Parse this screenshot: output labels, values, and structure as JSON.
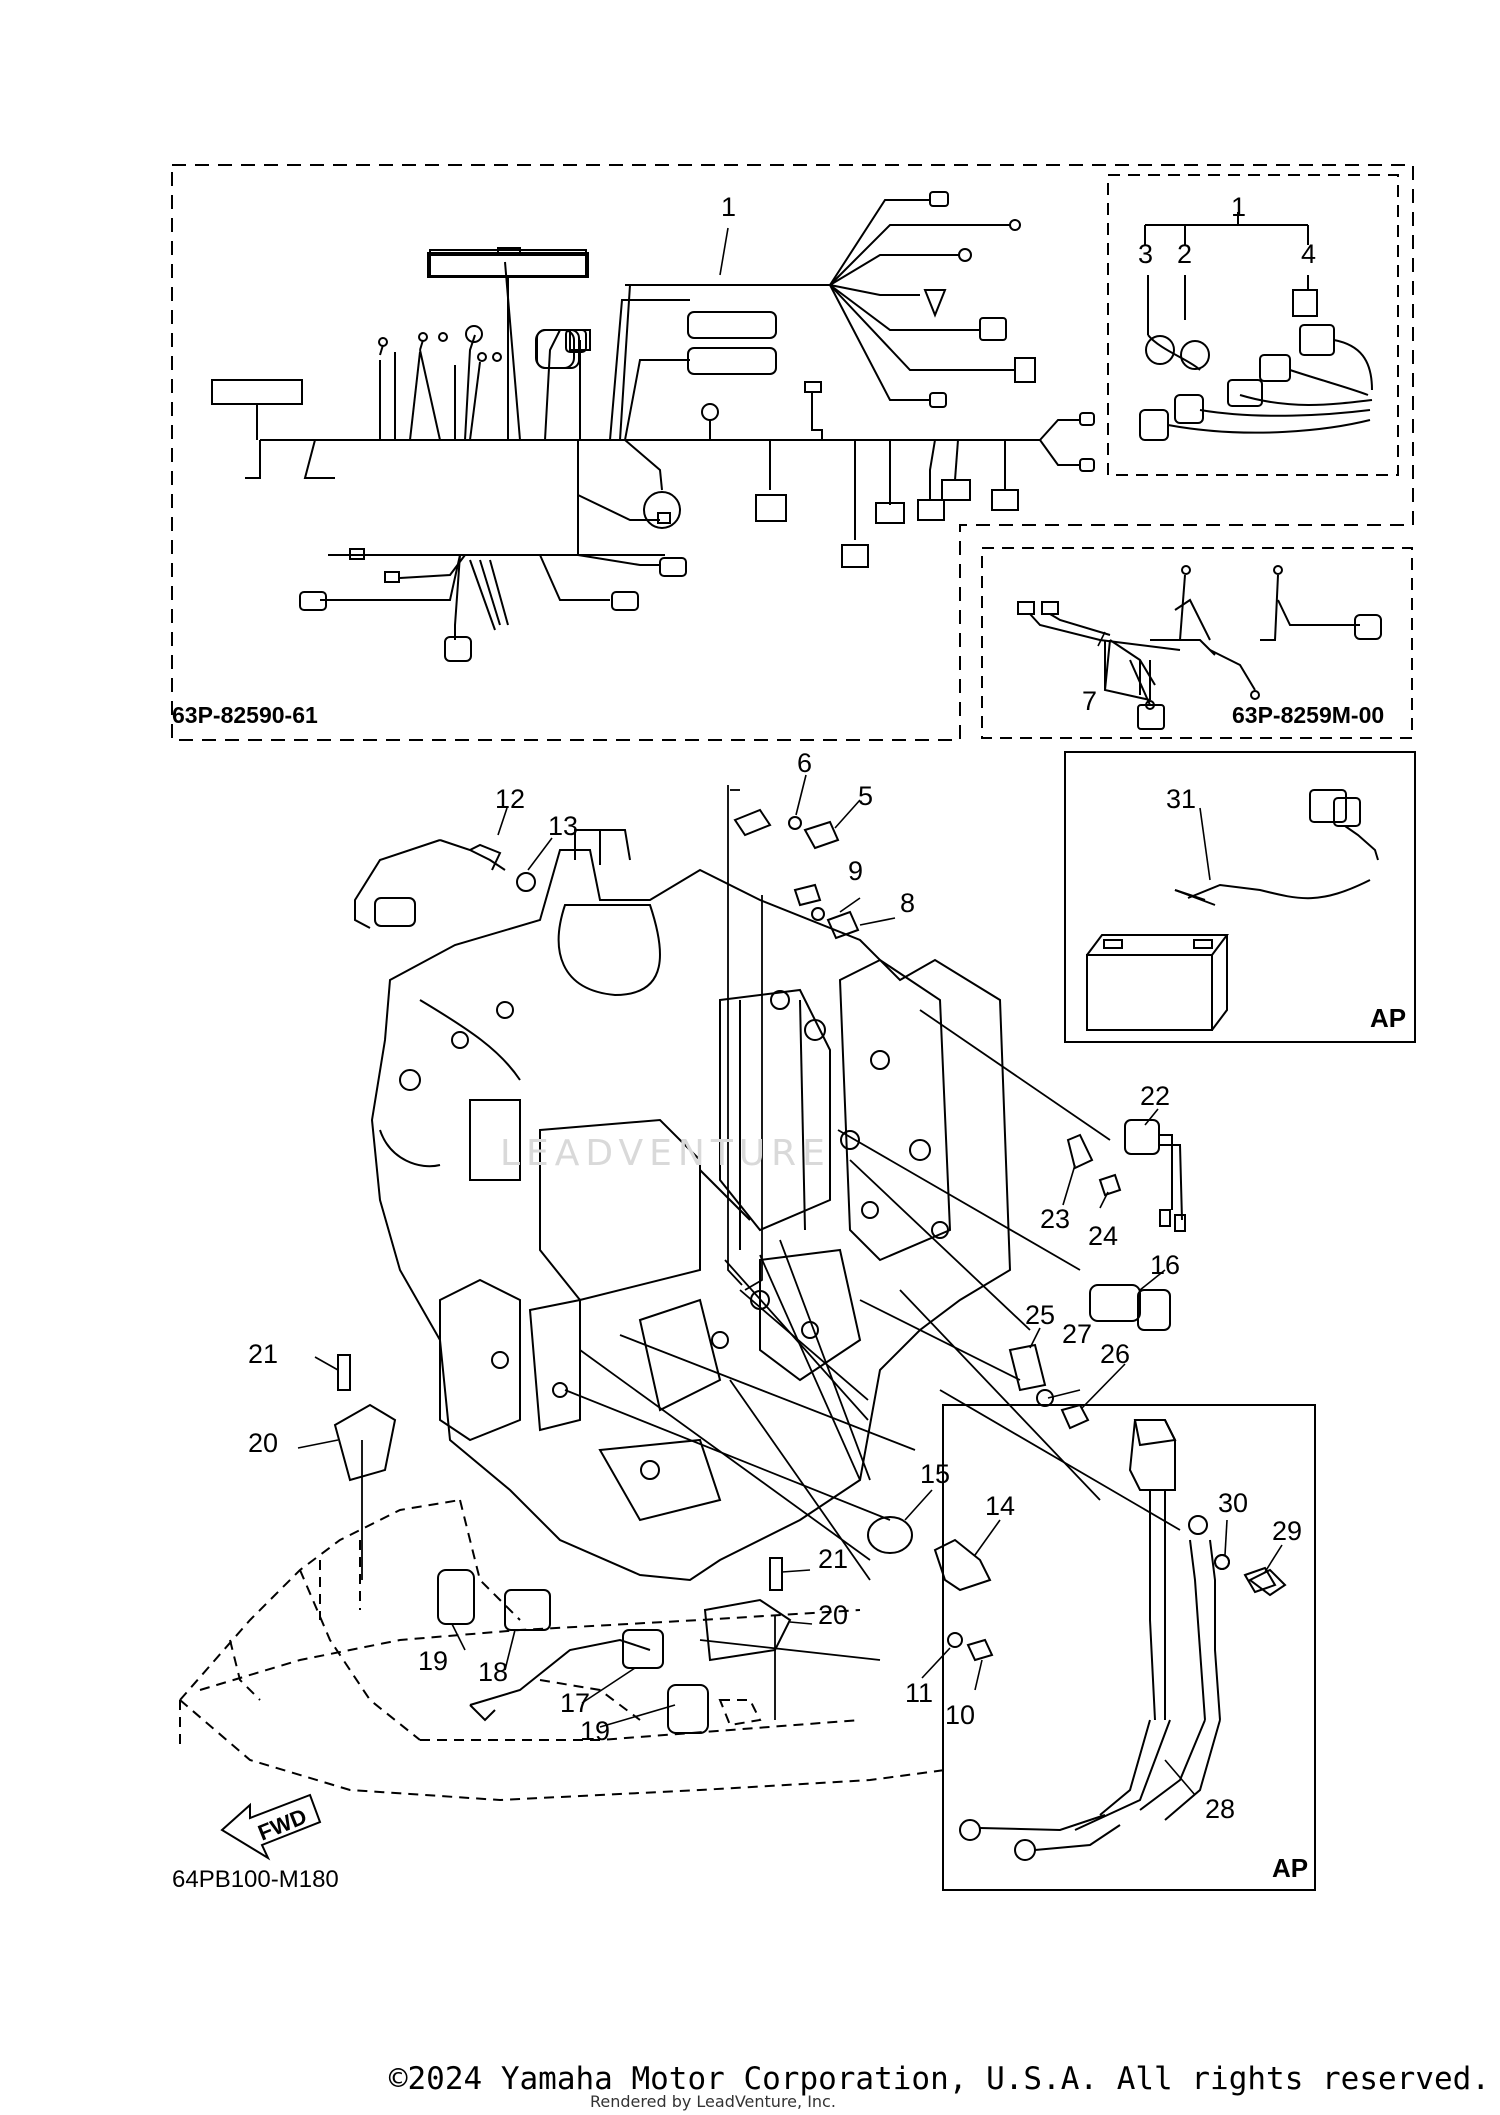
{
  "diagram": {
    "group_codes": {
      "main_harness": "63P-82590-61",
      "sub_harness": "63P-8259M-00"
    },
    "figure_code": "64PB100-M180",
    "ap_label_battery": "AP",
    "ap_label_cable": "AP",
    "fwd_label": "FWD",
    "watermark": "LEADVENTURE",
    "callouts": {
      "c1_main": "1",
      "c1_inset": "1",
      "c2": "2",
      "c3": "3",
      "c4": "4",
      "c5": "5",
      "c6": "6",
      "c7": "7",
      "c8": "8",
      "c9": "9",
      "c10": "10",
      "c11": "11",
      "c12": "12",
      "c13": "13",
      "c14": "14",
      "c15": "15",
      "c16": "16",
      "c17": "17",
      "c18": "18",
      "c19_left": "19",
      "c19_right": "19",
      "c20_left": "20",
      "c20_right": "20",
      "c21_left": "21",
      "c21_right": "21",
      "c22": "22",
      "c23": "23",
      "c24": "24",
      "c25": "25",
      "c26": "26",
      "c27": "27",
      "c28": "28",
      "c29": "29",
      "c30": "30",
      "c31": "31"
    }
  },
  "footer": {
    "copyright": "©2024 Yamaha Motor Corporation, U.S.A. All rights reserved.",
    "rendered_by": "Rendered by LeadVenture, Inc."
  }
}
